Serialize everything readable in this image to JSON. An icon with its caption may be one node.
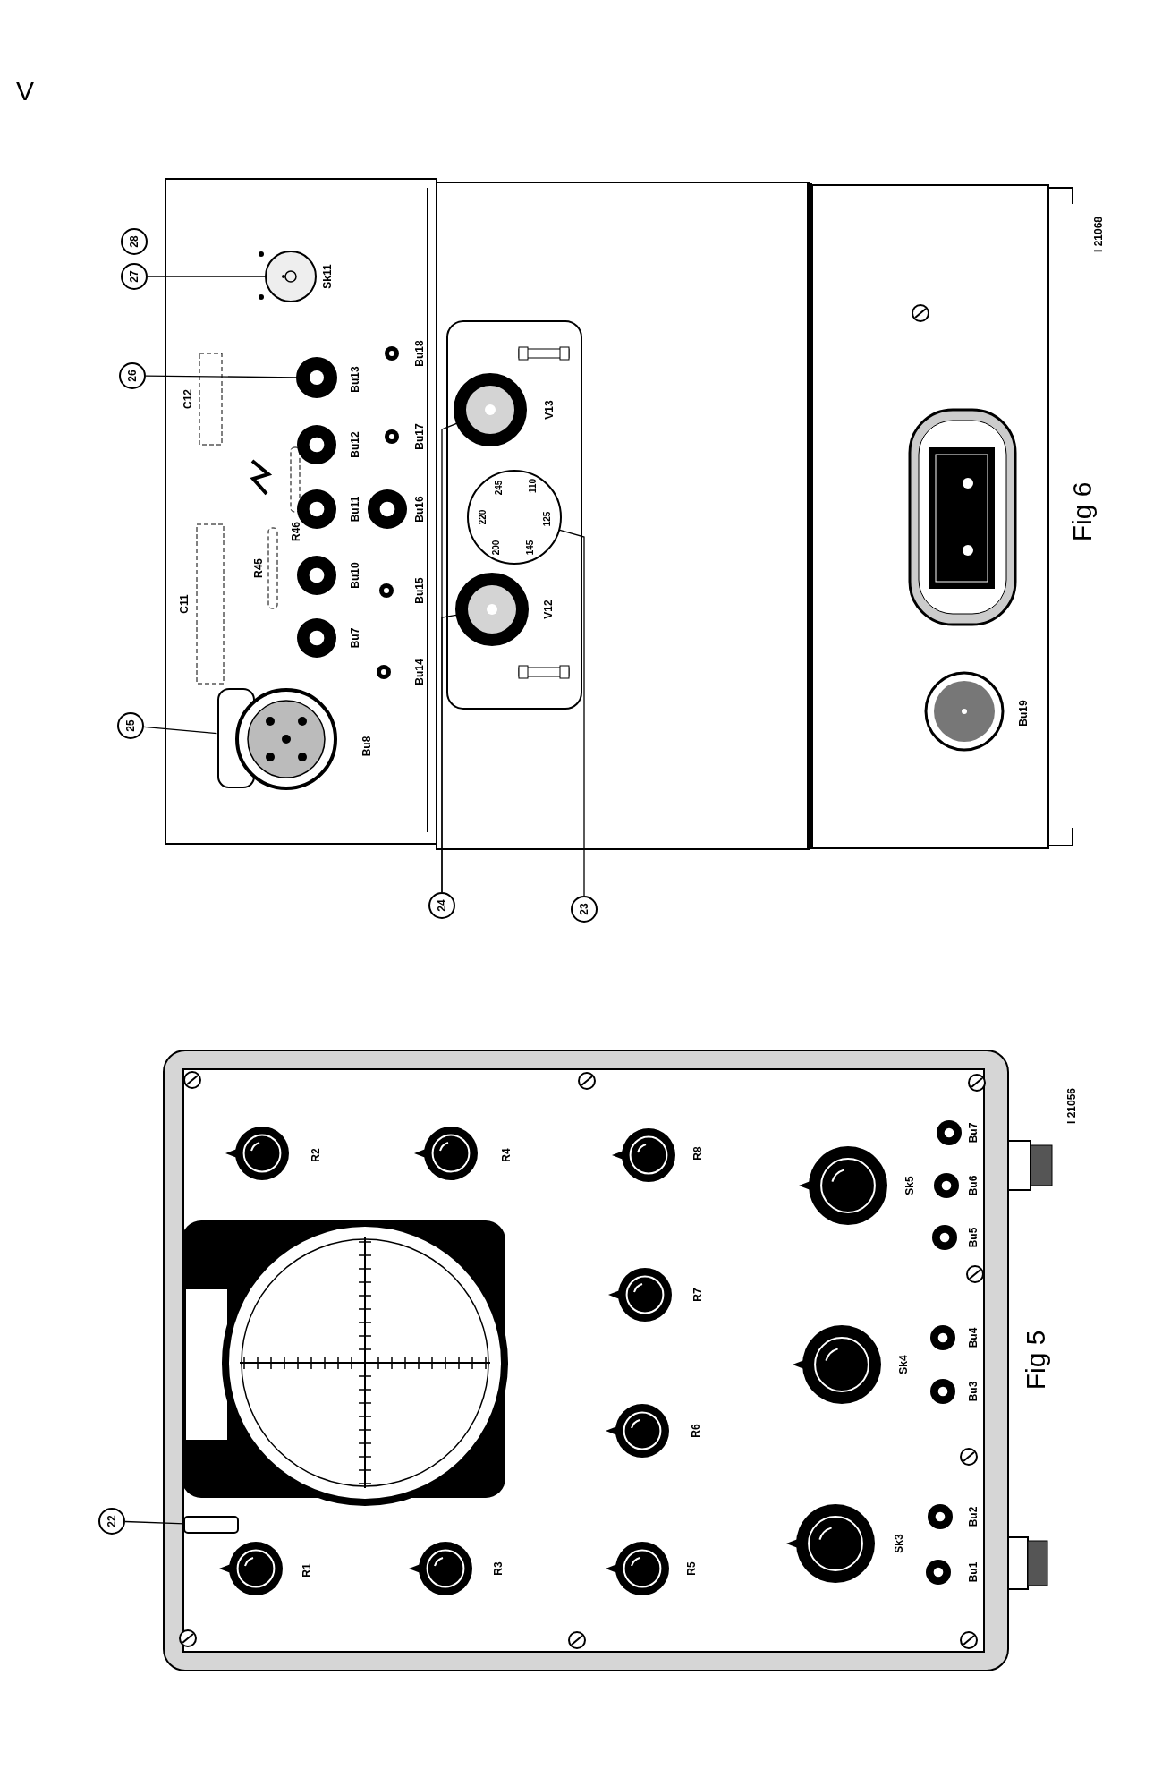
{
  "diagram": {
    "nodes": [
      {
        "text": [
          "28"
        ]
      },
      {
        "text": [
          "27"
        ]
      },
      {
        "text": [],
        "shape": "circle"
      },
      {
        "text": [
          "26"
        ]
      },
      {
        "text": [],
        "shape": "circle"
      },
      {
        "text": [
          "25"
        ]
      },
      {
        "text": [],
        "shape": "circle"
      },
      {
        "text": [
          "24"
        ]
      },
      {
        "text": [],
        "shape": "circle"
      },
      {
        "text": [],
        "shape": "circle"
      },
      {
        "text": [
          "23"
        ]
      },
      {
        "text": [],
        "shape": "circle"
      },
      {
        "text": [
          "22"
        ]
      },
      {
        "text": [],
        "shape": "bar"
      }
    ],
    "edges": [
      {
        "from": 1,
        "to": 2,
        "arrow": "none"
      },
      {
        "from": 3,
        "to": 4,
        "arrow": "none"
      },
      {
        "from": 5,
        "to": 6,
        "arrow": "none"
      },
      {
        "from": 7,
        "to": 8,
        "arrow": "none"
      },
      {
        "from": 7,
        "to": 9,
        "arrow": "none"
      },
      {
        "from": 10,
        "to": 11,
        "arrow": "none"
      },
      {
        "from": 12,
        "to": 13,
        "arrow": "none"
      }
    ],
    "labels": [
      "V",
      "Sk11",
      "C12",
      "Bu13",
      "Bu12",
      "Bu11",
      "Bu10",
      "Bu7",
      "Bu18",
      "Bu17",
      "Bu16",
      "Bu15",
      "Bu14",
      "R46",
      "R45",
      "C11",
      "Bu8",
      "V13",
      "V12",
      "245",
      "110",
      "220",
      "125",
      "200",
      "145",
      "Bu19",
      "Fig 6",
      "I 21068",
      "R2",
      "R4",
      "R8",
      "R7",
      "R6",
      "R1",
      "R3",
      "R5",
      "Sk5",
      "Sk4",
      "Sk3",
      "Bu7",
      "Bu6",
      "Bu5",
      "Bu4",
      "Bu3",
      "Bu2",
      "Bu1",
      "Fig 5",
      "I 21056"
    ]
  }
}
